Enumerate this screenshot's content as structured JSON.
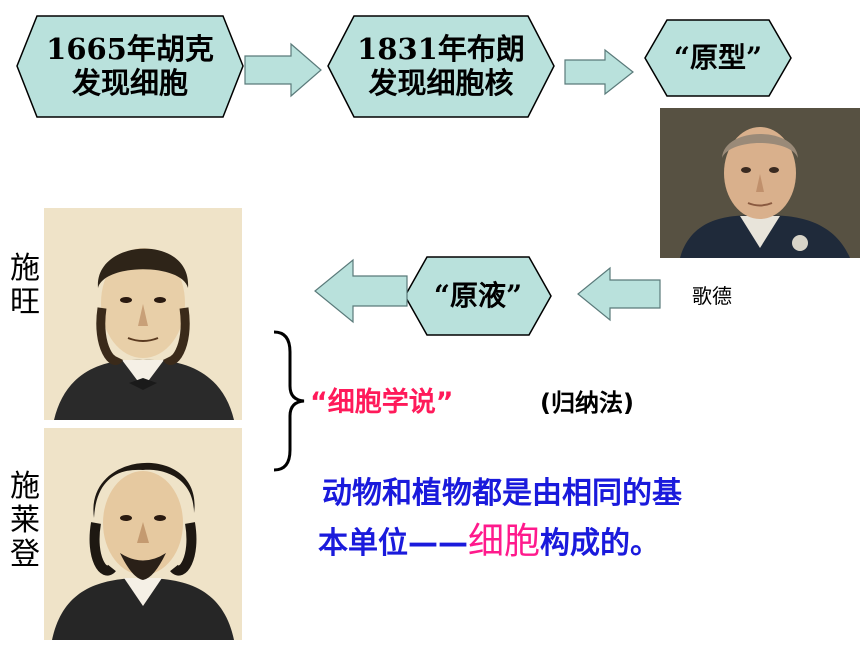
{
  "flow": {
    "step1": {
      "line1": "1665年胡克",
      "line2": "发现细胞"
    },
    "step2": {
      "line1": "1831年布朗",
      "line2": "发现细胞核"
    },
    "step3": {
      "label": "“原型”"
    },
    "step4": {
      "label": "“原液”"
    }
  },
  "people": {
    "goethe": {
      "caption": "歌德"
    },
    "schwann": {
      "name_chars": [
        "施",
        "旺"
      ]
    },
    "schleiden": {
      "name_chars": [
        "施",
        "莱",
        "登"
      ]
    }
  },
  "theory": {
    "title": "“细胞学说”",
    "method": "(归纳法)",
    "statement_line1": "动物和植物都是由相同的基",
    "statement_line2_pre": "本单位——",
    "statement_highlight": "细胞",
    "statement_line2_post": "构成的。"
  },
  "colors": {
    "hex_fill": "#b9e1dc",
    "hex_stroke": "#000000",
    "arrow_fill": "#b9e1dc",
    "theory_color": "#ff1a5a",
    "statement_color": "#1a1adc",
    "highlight_color": "#ff1a8c"
  }
}
